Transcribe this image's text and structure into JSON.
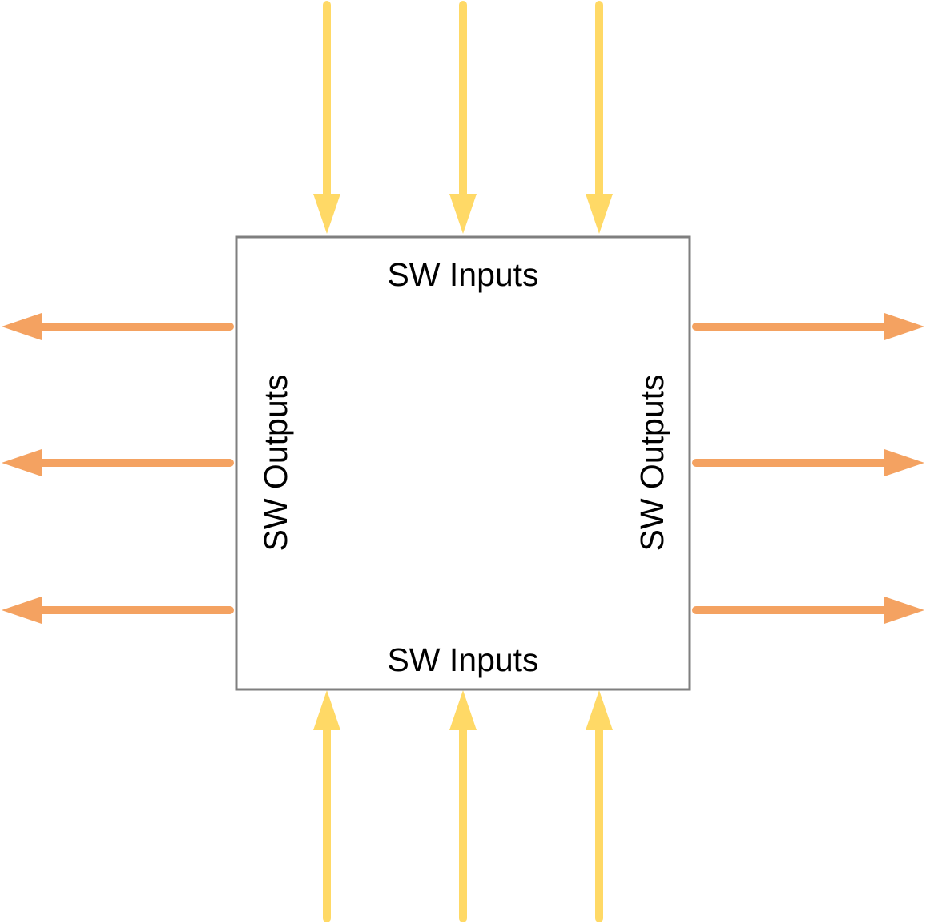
{
  "diagram": {
    "colors": {
      "box_border": "#7f7f7f",
      "box_fill": "#ffffff",
      "input_arrow": "#ffd966",
      "output_arrow": "#f4a261",
      "text": "#000000"
    },
    "labels": {
      "top_inputs": "SW Inputs",
      "bottom_inputs": "SW Inputs",
      "left_outputs": "SW Outputs",
      "right_outputs": "SW Outputs"
    },
    "arrows": {
      "top_input_count": 3,
      "bottom_input_count": 3,
      "left_output_count": 3,
      "right_output_count": 3
    }
  }
}
